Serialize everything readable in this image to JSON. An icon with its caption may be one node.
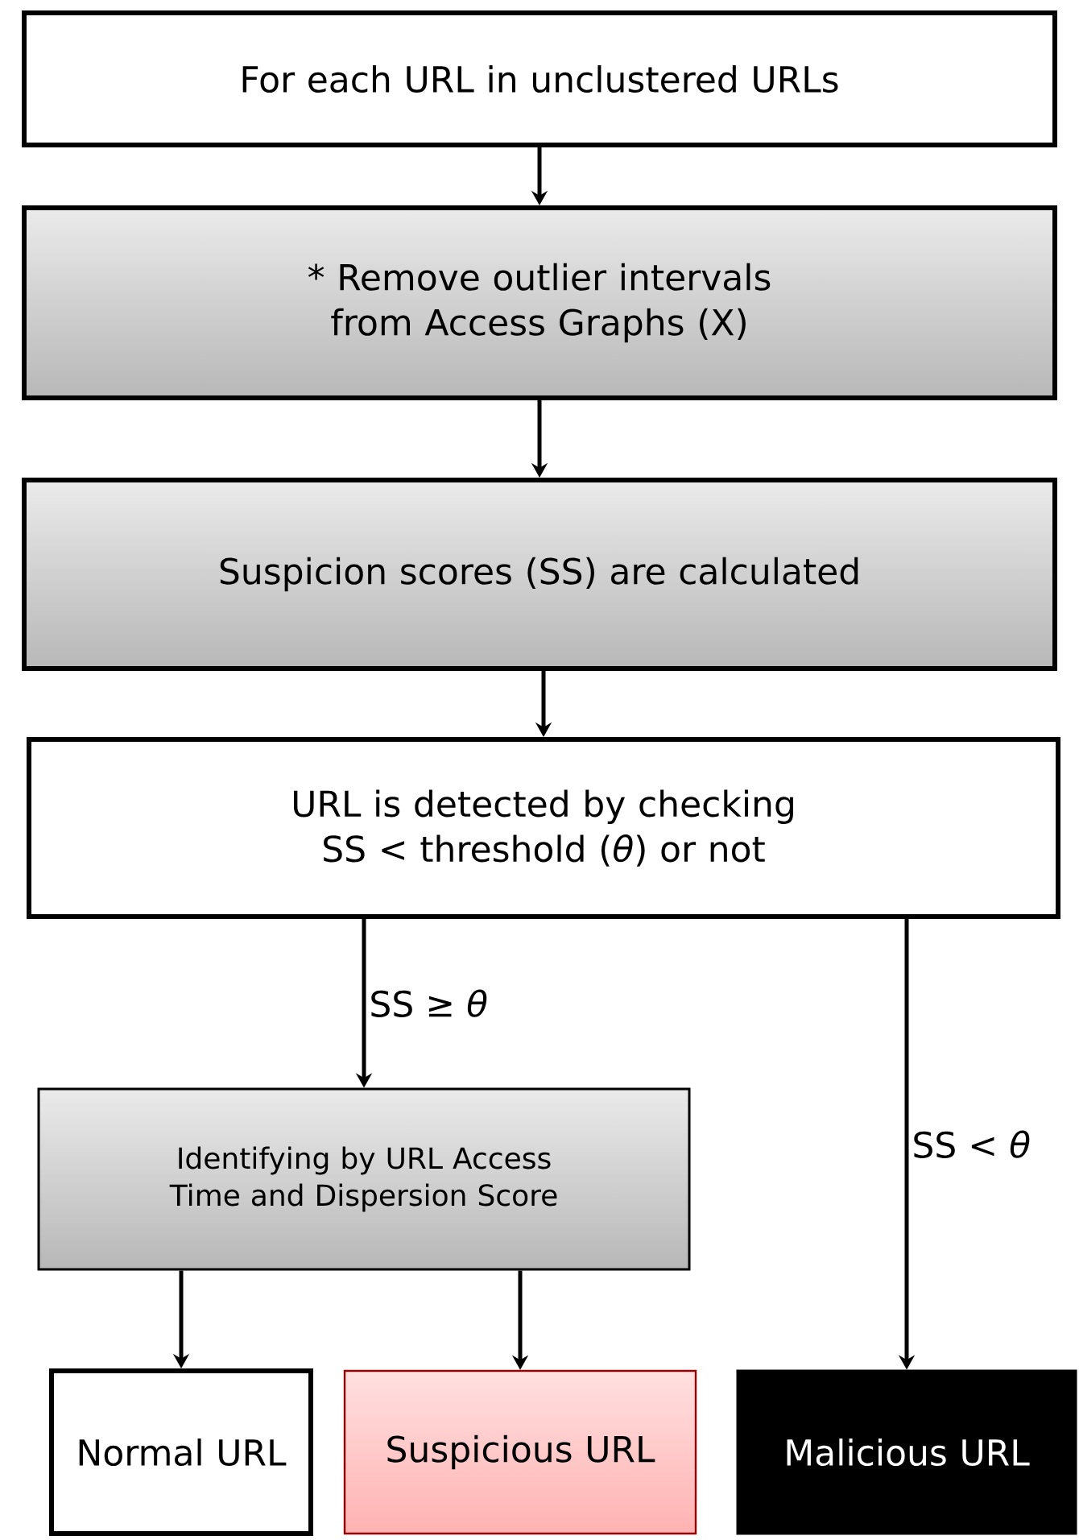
{
  "diagram": {
    "nodes": [
      {
        "text": [
          "For each URL in unclustered URLs"
        ]
      },
      {
        "text": [
          "* Remove outlier intervals from Access Graphs (X)"
        ]
      },
      {
        "text": [
          "Suspicion scores (SS) are calculated"
        ]
      },
      {
        "text": [
          "URL is detected by checking SS < threshold (*θ*) or not"
        ]
      },
      {
        "text": [
          "Identifying by URL Access Time and Dispersion Score"
        ]
      },
      {
        "text": [
          "Normal URL"
        ]
      },
      {
        "text": [
          "Suspicious URL"
        ]
      },
      {
        "text": [
          "Malicious URL"
        ]
      }
    ],
    "edges": [
      {
        "from": 0,
        "to": 1,
        "arrow": "to"
      },
      {
        "from": 1,
        "to": 2,
        "arrow": "to"
      },
      {
        "from": 2,
        "to": 3,
        "arrow": "to"
      },
      {
        "from": 3,
        "to": 4,
        "arrow": "to",
        "label": "SS ≥ *θ*"
      },
      {
        "from": 4,
        "to": 5,
        "arrow": "to"
      },
      {
        "from": 4,
        "to": 6,
        "arrow": "to"
      },
      {
        "from": 3,
        "to": 7,
        "arrow": "to",
        "label": "SS < *θ*"
      }
    ]
  }
}
